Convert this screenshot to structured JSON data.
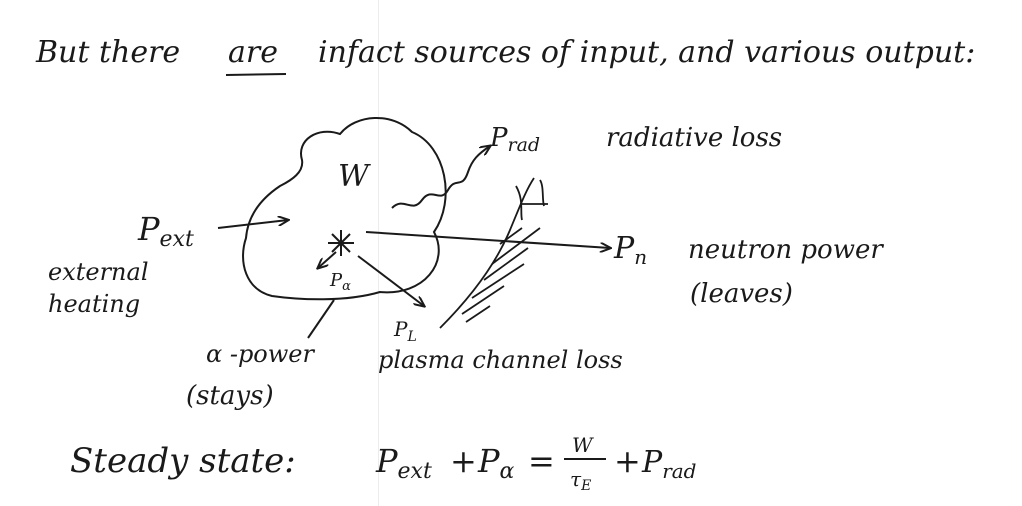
{
  "colors": {
    "ink": "#1a1a1a",
    "paper": "#ffffff"
  },
  "heading": {
    "part1": "But there",
    "emphasis": "are",
    "part2": "infact sources of input, and various output:"
  },
  "diagram": {
    "energy_label": "W",
    "p_ext_label": "P",
    "p_ext_sub": "ext",
    "external_heating_line1": "external",
    "external_heating_line2": "heating",
    "p_alpha_label": "P",
    "p_alpha_sub": "α",
    "alpha_power_label": "α -power",
    "stays_label": "(stays)",
    "p_l_label": "P",
    "p_l_sub": "L",
    "plasma_channel_loss": "plasma channel loss",
    "p_rad_label": "P",
    "p_rad_sub": "rad",
    "radiative_loss": "radiative loss",
    "p_n_label": "P",
    "p_n_sub": "n",
    "neutron_power": "neutron power",
    "leaves_label": "(leaves)"
  },
  "equation": {
    "lead": "Steady state:",
    "lhs_p1": "P",
    "lhs_p1_sub": "ext",
    "plus1": "+",
    "lhs_p2": "P",
    "lhs_p2_sub": "α",
    "equals": "=",
    "numerator": "W",
    "denominator": "τ",
    "denominator_sub": "E",
    "plus2": "+",
    "rhs_p": "P",
    "rhs_p_sub": "rad"
  }
}
